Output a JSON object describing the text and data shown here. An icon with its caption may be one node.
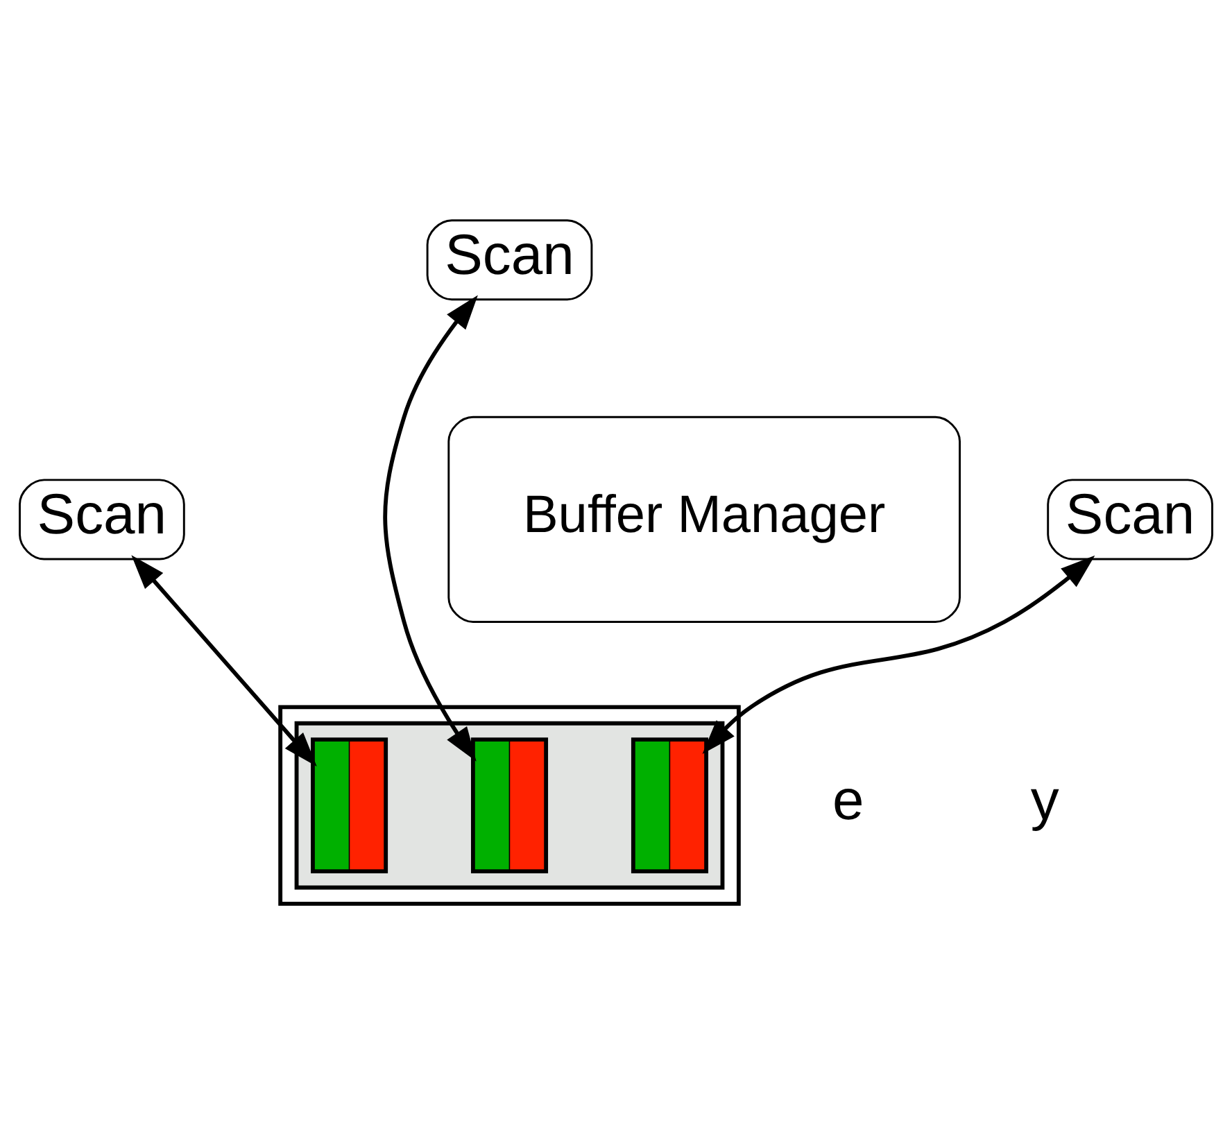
{
  "diagram": {
    "nodes": [
      {
        "text": [
          "Scan"
        ]
      },
      {
        "text": [
          "Scan"
        ]
      },
      {
        "text": [
          "Scan"
        ]
      },
      {
        "text": [
          "Buffer Manager"
        ]
      },
      {
        "text": [],
        "shape": "cylinder"
      },
      {
        "text": [],
        "shape": "bar",
        "in": 4
      },
      {
        "text": [],
        "shape": "box",
        "in": 5
      },
      {
        "text": [],
        "shape": "box",
        "in": 5
      },
      {
        "text": [],
        "shape": "box",
        "in": 5
      }
    ],
    "edges": [
      {
        "from": 6,
        "to": 0,
        "arrow": "both"
      },
      {
        "from": 7,
        "to": 1,
        "arrow": "both"
      },
      {
        "from": 8,
        "to": 2,
        "arrow": "both"
      }
    ],
    "labels": [
      "e",
      "y"
    ]
  }
}
